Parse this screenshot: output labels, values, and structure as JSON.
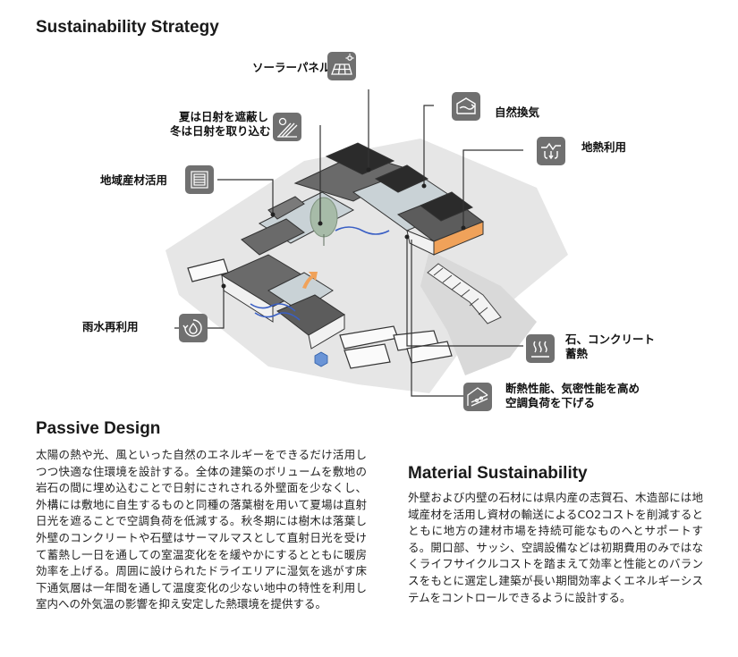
{
  "title": "Sustainability Strategy",
  "labels": {
    "solar": "ソーラーパネル",
    "shade_1": "夏は日射を遮蔽し",
    "shade_2": "冬は日射を取り込む",
    "local": "地域産材活用",
    "vent": "自然換気",
    "geo": "地熱利用",
    "rain": "雨水再利用",
    "thermal_1": "石、コンクリート",
    "thermal_2": "蓄熱",
    "insul_1": "断熱性能、気密性能を高め",
    "insul_2": "空調負荷を下げる"
  },
  "icons": [
    "solar-panel-icon",
    "sun-shade-icon",
    "timber-icon",
    "ventilation-icon",
    "geothermal-icon",
    "rainwater-icon",
    "heat-storage-icon",
    "insulation-icon"
  ],
  "passive": {
    "title": "Passive Design",
    "body": "太陽の熱や光、風といった自然のエネルギーをできるだけ活用しつつ快適な住環境を設計する。全体の建築のボリュームを敷地の岩石の間に埋め込むことで日射にされされる外壁面を少なくし、外構には敷地に自生するものと同種の落葉樹を用いて夏場は直射日光を遮ることで空調負荷を低減する。秋冬期には樹木は落葉し外壁のコンクリートや石壁はサーマルマスとして直射日光を受けて蓄熱し一日を通しての室温変化をを緩やかにするとともに暖房効率を上げる。周囲に設けられたドライエリアに湿気を逃がす床下通気層は一年間を通して温度変化の少ない地中の特性を利用し室内への外気温の影響を抑え安定した熱環境を提供する。"
  },
  "material": {
    "title": "Material Sustainability",
    "body": "外壁および内壁の石材には県内産の志賀石、木造部には地域産材を活用し資材の輸送によるCO2コストを削減するとともに地方の建材市場を持続可能なものへとサポートする。開口部、サッシ、空調設備などは初期費用のみではなくライフサイクルコストを踏まえて効率と性能とのバランスをもとに選定し建築が長い期間効率よくエネルギーシステムをコントロールできるように設計する。"
  },
  "colors": {
    "icon": "#707070",
    "site": "#e6e6e6",
    "roof": "#5c5c5c",
    "solar": "#2b2b2b",
    "glass": "#c9d2d6",
    "water": "#3a5fc4",
    "warm": "#f0a25a",
    "tree": "#a7bba8"
  }
}
